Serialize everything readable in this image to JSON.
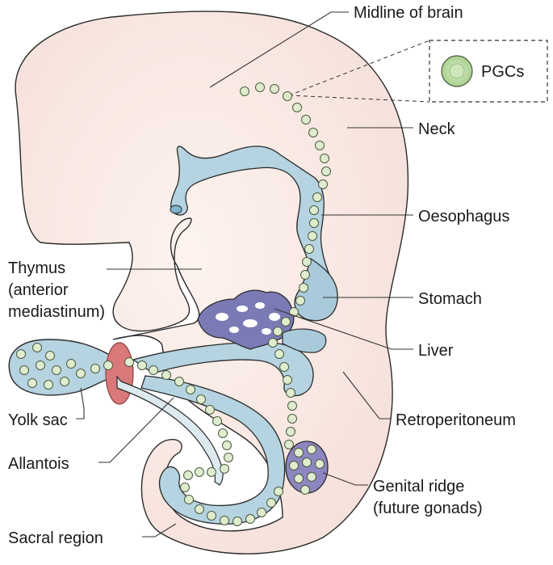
{
  "labels": {
    "midline_of_brain": "Midline of brain",
    "pgcs": "PGCs",
    "neck": "Neck",
    "oesophagus": "Oesophagus",
    "thymus_line1": "Thymus",
    "thymus_line2": "(anterior",
    "thymus_line3": "mediastinum)",
    "stomach": "Stomach",
    "liver": "Liver",
    "yolk_sac": "Yolk sac",
    "retroperitoneum": "Retroperitoneum",
    "allantois": "Allantois",
    "genital_ridge_line1": "Genital ridge",
    "genital_ridge_line2": "(future gonads)",
    "sacral_region": "Sacral region"
  },
  "colors": {
    "embryo_fill": "#f9ebe6",
    "gut_fill": "#b5d3e0",
    "gut_dark": "#8fb8cc",
    "liver_fill": "#7a7bb5",
    "gonad_fill": "#8e86c0",
    "allantois_ring": "#d9797a",
    "pgc_fill": "#dfeccd",
    "pgc_inner": "#a8cf8c"
  }
}
